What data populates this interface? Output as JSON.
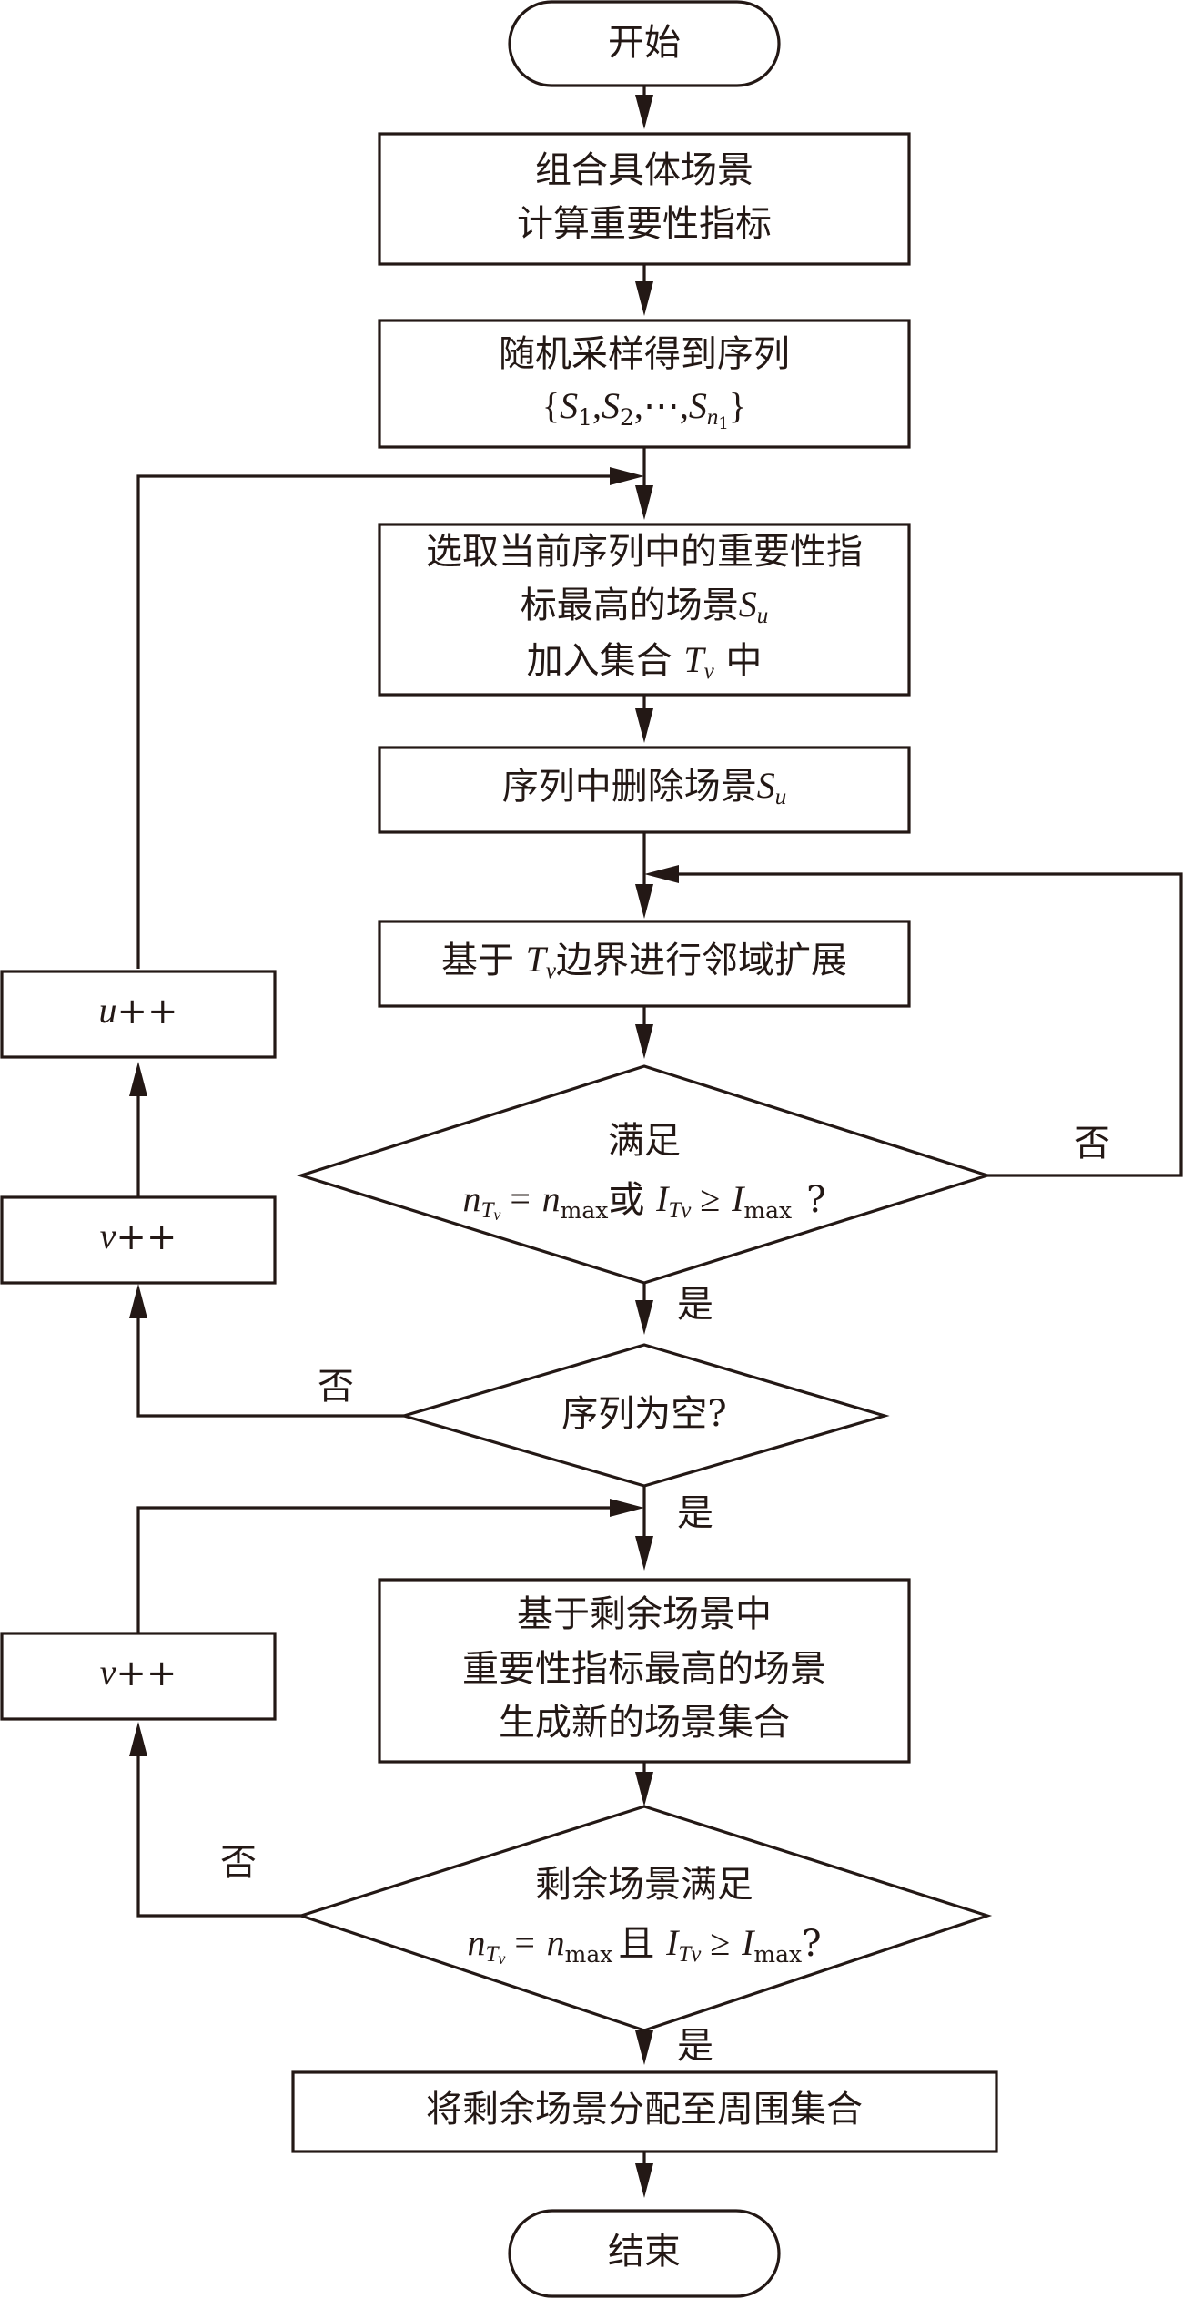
{
  "start": "开始",
  "end": "结束",
  "step1": {
    "line1": "组合具体场景",
    "line2": "计算重要性指标"
  },
  "step2": {
    "line1": "随机采样得到序列",
    "set_open": "{",
    "set_close": "}",
    "s": "S",
    "sub1": "1",
    "sub2": "2",
    "comma": ",",
    "dots": "⋯",
    "subn": "n",
    "subn_sub": "1"
  },
  "step3": {
    "line1": "选取当前序列中的重要性指",
    "line2_prefix": "标最高的场景",
    "line3_prefix": "加入集合",
    "line3_suffix": "中",
    "S": "S",
    "u": "u",
    "T": "T",
    "v": "v"
  },
  "step4": {
    "label": "序列中删除场景",
    "S": "S",
    "u": "u"
  },
  "step5": {
    "prefix": "基于",
    "suffix": "边界进行邻域扩展",
    "T": "T",
    "v": "v"
  },
  "decision1": {
    "line1": "满足",
    "n": "n",
    "T": "T",
    "v": "v",
    "eq": "=",
    "max": "max",
    "or": "或",
    "I": "I",
    "Tv": "Tv",
    "ge": "≥",
    "q": "?",
    "no": "否",
    "yes": "是"
  },
  "decision2": {
    "label": "序列为空?",
    "no": "否",
    "yes": "是"
  },
  "step6": {
    "line1": "基于剩余场景中",
    "line2": "重要性指标最高的场景",
    "line3": "生成新的场景集合"
  },
  "decision3": {
    "line1": "剩余场景满足",
    "n": "n",
    "T": "T",
    "v": "v",
    "eq": "=",
    "max": "max",
    "and": "且",
    "I": "I",
    "Tv": "Tv",
    "ge": "≥",
    "q": "?",
    "no": "否",
    "yes": "是"
  },
  "step7": {
    "label": "将剩余场景分配至周围集合"
  },
  "counters": {
    "u_pp_var": "u",
    "u_pp_ops": "++",
    "v_pp1_var": "v",
    "v_pp1_ops": "++",
    "v_pp2_var": "v",
    "v_pp2_ops": "++"
  }
}
